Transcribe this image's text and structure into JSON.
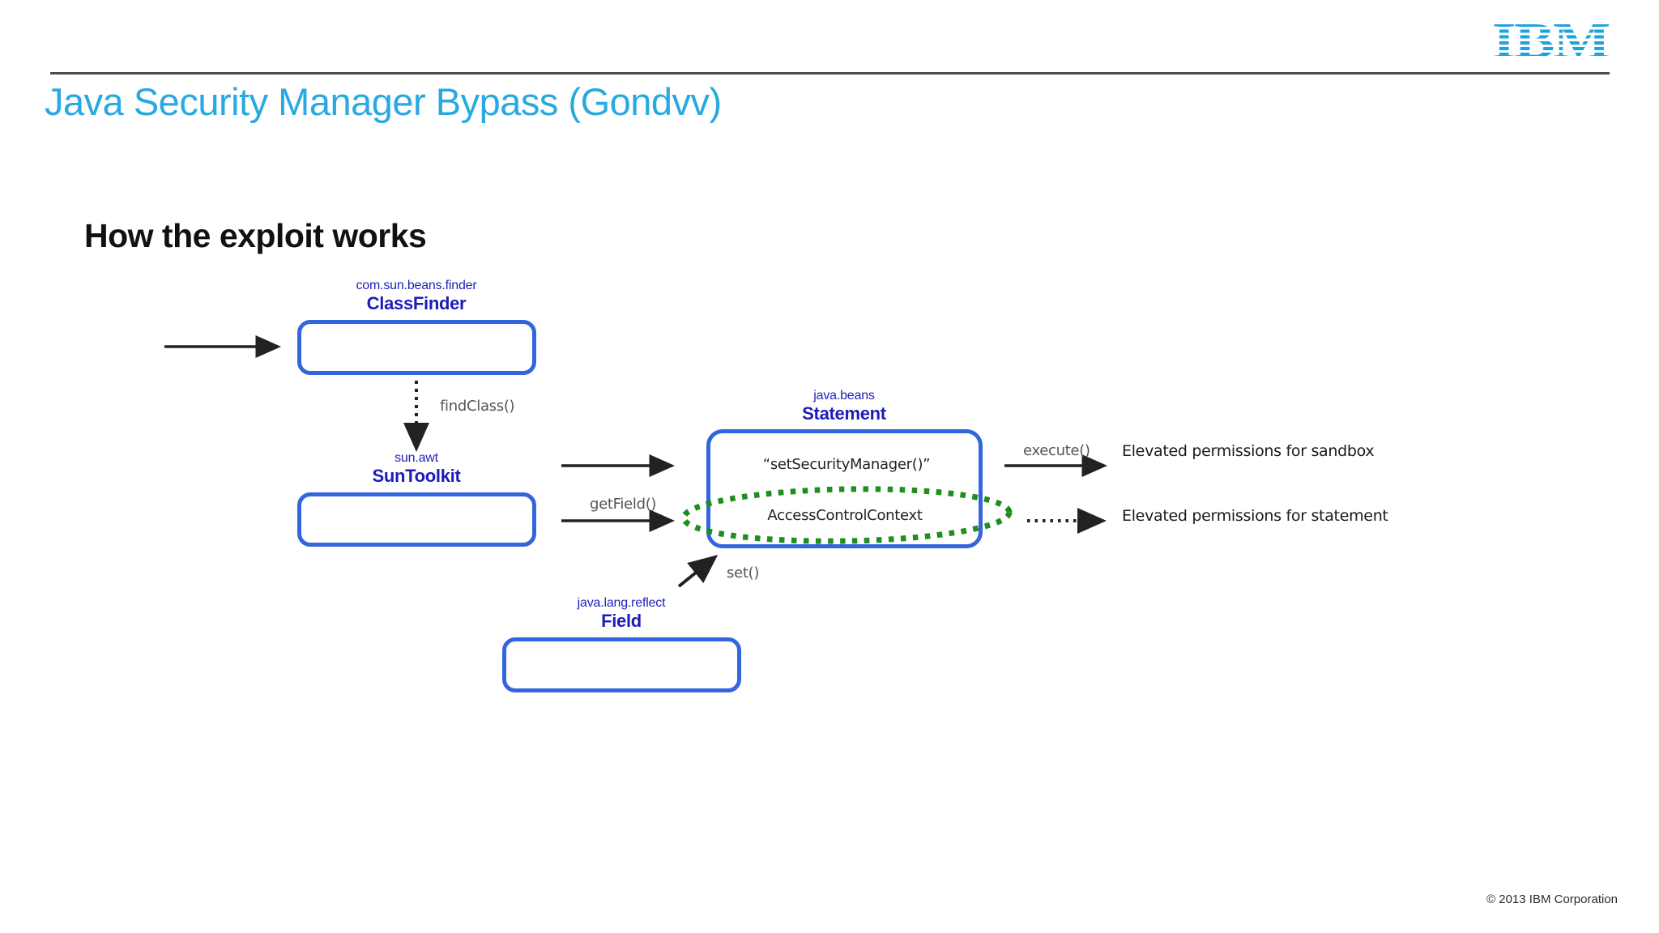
{
  "page": {
    "title": "Java Security Manager Bypass (Gondvv)",
    "heading": "How the exploit works",
    "footer": "© 2013 IBM Corporation",
    "logo_text": "IBM",
    "colors": {
      "accent_cyan": "#29a9e0",
      "box_border_blue": "#3366dd",
      "label_blue": "#1c1cb8",
      "ellipse_green": "#1e8f1e",
      "edge_gray": "#555555"
    }
  },
  "diagram": {
    "nodes": {
      "classfinder": {
        "package": "com.sun.beans.finder",
        "name": "ClassFinder"
      },
      "suntoolkit": {
        "package": "sun.awt",
        "name": "SunToolkit"
      },
      "statement": {
        "package": "java.beans",
        "name": "Statement",
        "contents": {
          "line1": "“setSecurityManager()”",
          "line2": "AccessControlContext"
        }
      },
      "field": {
        "package": "java.lang.reflect",
        "name": "Field"
      }
    },
    "edge_labels": {
      "find_class": "findClass()",
      "get_field": "getField()",
      "set": "set()",
      "execute": "execute()"
    },
    "outcomes": {
      "sandbox": "Elevated permissions for sandbox",
      "statement": "Elevated permissions for statement"
    }
  }
}
